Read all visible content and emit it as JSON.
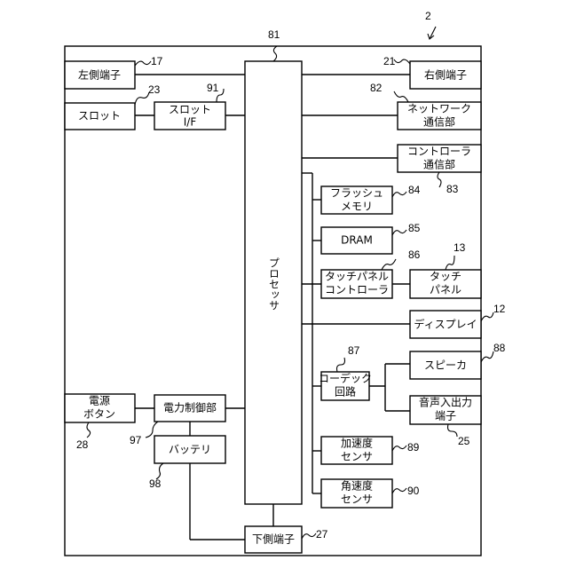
{
  "figure_number": "2",
  "blocks": {
    "left_terminal": "左側端子",
    "slot": "スロット",
    "slot_if": [
      "スロット",
      "I/F"
    ],
    "processor": "プロセッサ",
    "right_terminal": "右側端子",
    "network": [
      "ネットワーク",
      "通信部"
    ],
    "controller_comm": [
      "コントローラ",
      "通信部"
    ],
    "flash": [
      "フラッシュ",
      "メモリ"
    ],
    "dram": "DRAM",
    "touch_ctrl": [
      "タッチパネル",
      "コントローラ"
    ],
    "touch_panel": [
      "タッチ",
      "パネル"
    ],
    "display": "ディスプレイ",
    "codec": [
      "コーデック",
      "回路"
    ],
    "speaker": "スピーカ",
    "audio_io": [
      "音声入出力",
      "端子"
    ],
    "power_button": [
      "電源",
      "ボタン"
    ],
    "power_ctrl": "電力制御部",
    "battery": "バッテリ",
    "accel": [
      "加速度",
      "センサ"
    ],
    "gyro": [
      "角速度",
      "センサ"
    ],
    "bottom_terminal": "下側端子"
  },
  "refs": {
    "left_terminal": "17",
    "slot": "23",
    "slot_if": "91",
    "processor": "81",
    "right_terminal": "21",
    "network": "82",
    "controller_comm": "83",
    "flash": "84",
    "dram": "85",
    "touch_ctrl": "86",
    "touch_panel": "13",
    "display": "12",
    "codec": "87",
    "speaker": "88",
    "audio_io": "25",
    "power_button": "28",
    "power_ctrl": "97",
    "battery": "98",
    "accel": "89",
    "gyro": "90",
    "bottom_terminal": "27"
  }
}
